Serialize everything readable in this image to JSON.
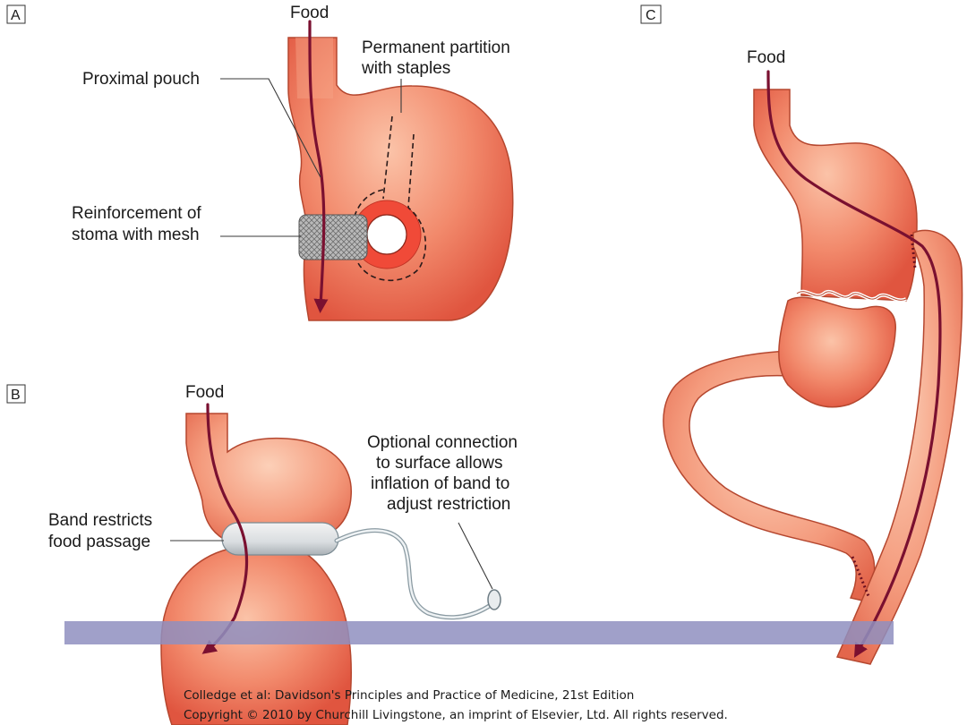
{
  "panels": {
    "a": {
      "letter": "A",
      "food": "Food",
      "proximal_pouch": "Proximal pouch",
      "partition_line1": "Permanent partition",
      "partition_line2": "with staples",
      "mesh_line1": "Reinforcement of",
      "mesh_line2": "stoma with mesh"
    },
    "b": {
      "letter": "B",
      "food": "Food",
      "band_line1": "Band restricts",
      "band_line2": "food passage",
      "optional_line1": "Optional connection",
      "optional_line2": "to surface allows",
      "optional_line3": "inflation of band to",
      "optional_line4": "adjust restriction"
    },
    "c": {
      "letter": "C",
      "food": "Food"
    }
  },
  "credit": {
    "line1": "Colledge et al: Davidson's Principles and Practice of Medicine, 21st Edition",
    "line2": "Copyright © 2010 by Churchill Livingstone, an imprint of Elsevier, Ltd. All rights reserved."
  },
  "colors": {
    "organ": "#f07a5e",
    "food_path": "#7a1030",
    "overlay_band": "#8f8fc0"
  }
}
